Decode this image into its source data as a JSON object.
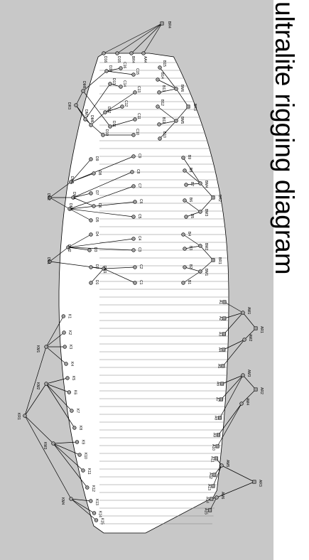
{
  "title": "ultralite rigging diagram",
  "colors": {
    "background": "#c8c8c8",
    "wing_fill": "#ffffff",
    "line": "#000000",
    "node_fill": "#a0a0a0",
    "page": "#ffffff"
  },
  "labels": {
    "top_center": "BR4",
    "top_row": [
      "D16",
      "D15",
      "BR4",
      "AA4"
    ],
    "top_B_left": [
      "B15",
      "B14",
      "B13",
      "B12",
      "B11",
      "B10"
    ],
    "top_B_right": [
      "BM6",
      "BM5",
      "BR3"
    ],
    "top_C": [
      "C16",
      "C15",
      "C14",
      "C13",
      "C12",
      "C11",
      "C10"
    ],
    "top_D": [
      "D14",
      "D13",
      "D12",
      "D11",
      "D10"
    ],
    "top_DM": [
      "DM8",
      "DM7",
      "DM6"
    ],
    "top_group": "DR3",
    "mid_B": [
      "B9",
      "B8",
      "B7",
      "B6",
      "B5",
      "BM4",
      "BM3",
      "BR2"
    ],
    "mid_C": [
      "C9",
      "C8",
      "C7",
      "C6",
      "C5"
    ],
    "mid_D": [
      "D9",
      "D8",
      "D7",
      "D6",
      "D5"
    ],
    "mid_DM": [
      "DM5",
      "DM4",
      "DM3"
    ],
    "mid_group": "DR2",
    "low_B": [
      "B4",
      "B3",
      "B2",
      "B1",
      "BM2",
      "BM1",
      "BR1"
    ],
    "low_C": [
      "C4",
      "C3",
      "C2",
      "C1"
    ],
    "low_D": [
      "D4",
      "D3",
      "D2",
      "D1"
    ],
    "low_DM": [
      "DM2",
      "DM1"
    ],
    "low_group": "DR1",
    "K_nodes": [
      "K1",
      "K2",
      "K3",
      "K4",
      "K5",
      "K6",
      "K7",
      "K8",
      "K9",
      "K10",
      "K11",
      "K12",
      "K13",
      "K14",
      "K15"
    ],
    "KM_nodes": [
      "KM1",
      "KM2",
      "KM3",
      "KM4"
    ],
    "K_root": "KR1",
    "A_nodes": [
      "A1",
      "A2",
      "A3",
      "A4",
      "A5",
      "A6",
      "A7",
      "A8",
      "A9",
      "A10",
      "A11",
      "A12",
      "A13",
      "A14",
      "A15"
    ],
    "AM_nodes": [
      "AM1",
      "AM2",
      "AM3",
      "AM4",
      "AM5",
      "AM6"
    ],
    "AR_nodes": [
      "AR1",
      "AR2",
      "AR3"
    ]
  }
}
